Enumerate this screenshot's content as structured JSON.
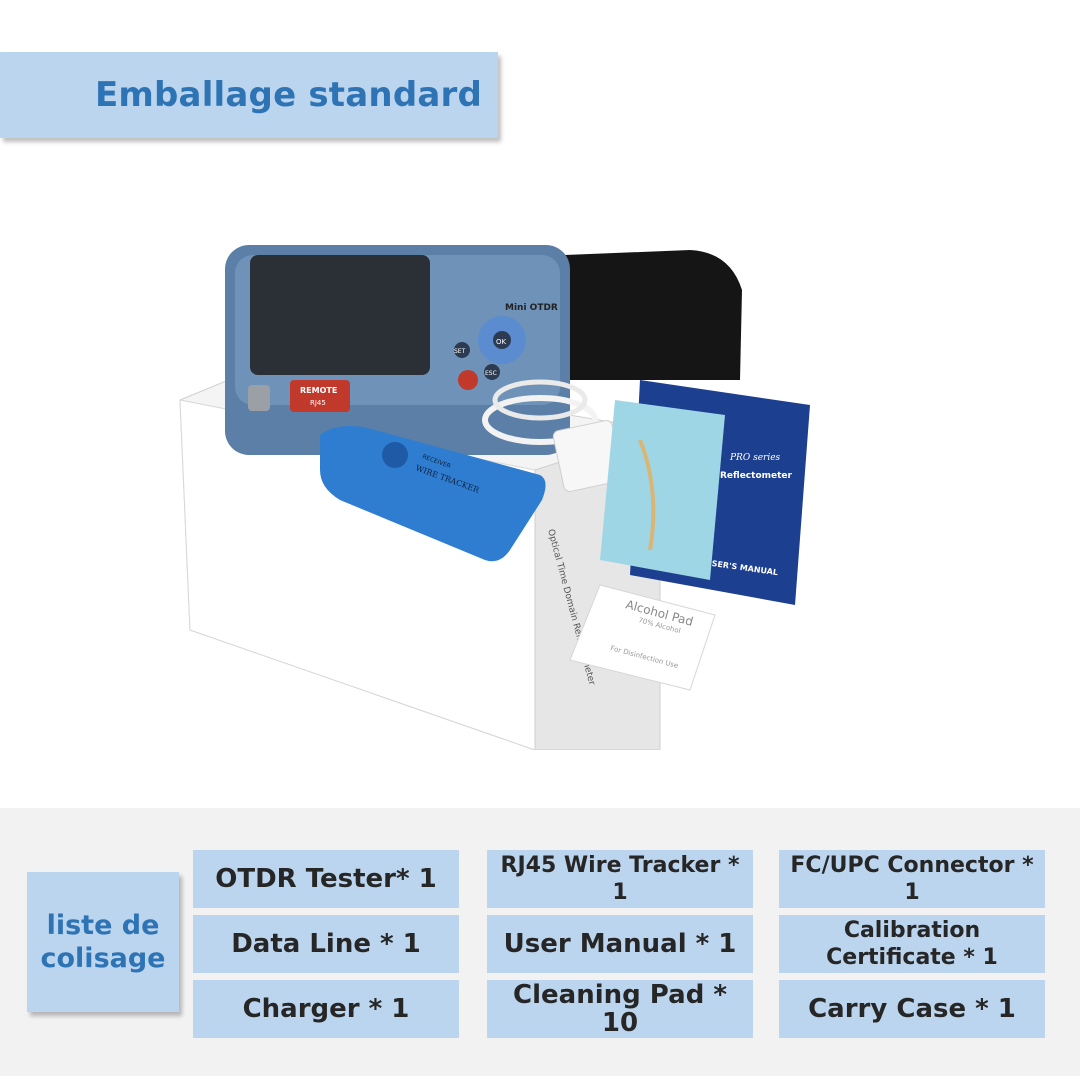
{
  "header": {
    "title": "Emballage standard"
  },
  "packing_list": {
    "label": "liste de\ncolisage",
    "items": [
      "OTDR Tester* 1",
      "RJ45 Wire Tracker * 1",
      "FC/UPC Connector * 1",
      "Data Line * 1",
      "User Manual * 1",
      "Calibration Certificate * 1",
      "Charger * 1",
      "Cleaning Pad * 10",
      "Carry Case * 1"
    ]
  },
  "product_image": {
    "device_brand": "Mini OTDR",
    "device_buttons": [
      "SET",
      "ESC",
      "OK"
    ],
    "remote_label": "REMOTE",
    "remote_sub": "RJ45",
    "tracker_label": "WIRE TRACKER",
    "tracker_sub": "RECEIVER",
    "manual_series": "PRO series",
    "manual_title": "Reflectometer",
    "manual_footer": "USER'S MANUAL",
    "box_text": "Optical Time Domain Reflectometer",
    "pad_title": "Alcohol Pad",
    "pad_sub": "70% Alcohol",
    "pad_foot": "For Disinfection Use"
  }
}
